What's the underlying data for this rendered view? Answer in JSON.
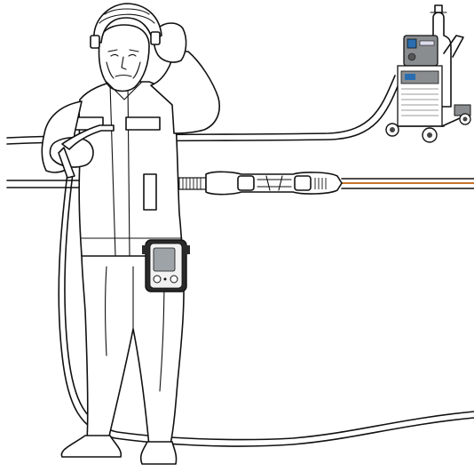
{
  "illustration": {
    "subjects": [
      "welder",
      "welding-machine",
      "remote-control",
      "cable-connector",
      "welding-torch"
    ]
  },
  "colors": {
    "outline": "#111111",
    "background": "#ffffff",
    "cable_accent": "#c8742a",
    "machine_gray": "#8a8d90",
    "machine_blue": "#2a6db0",
    "remote_screen": "#9ea3a8"
  }
}
